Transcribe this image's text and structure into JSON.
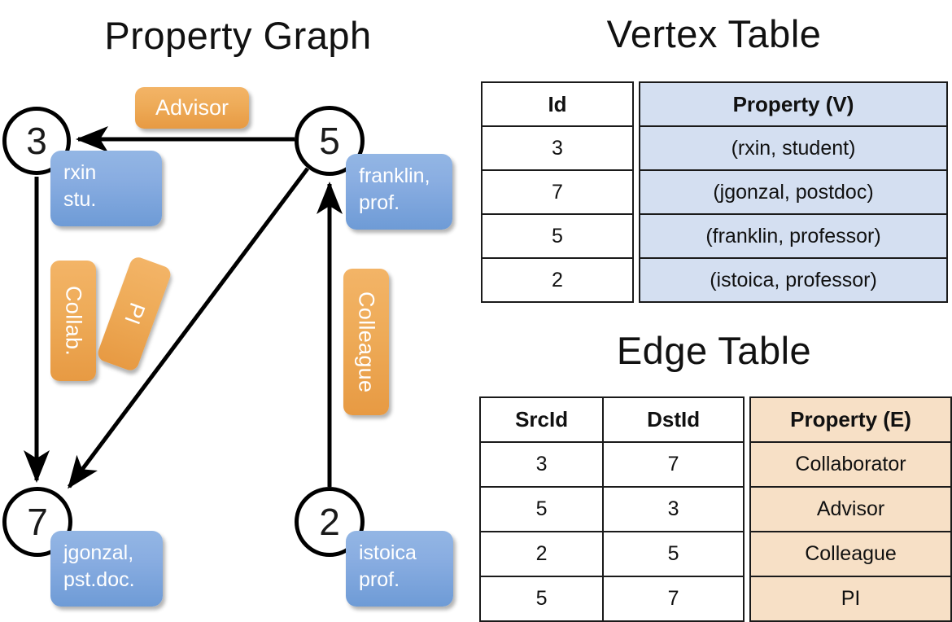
{
  "titles": {
    "property_graph": "Property Graph",
    "vertex_table": "Vertex Table",
    "edge_table": "Edge Table"
  },
  "graph": {
    "vertices": [
      {
        "id": "3",
        "label": "3",
        "property_line1": "rxin",
        "property_line2": "stu."
      },
      {
        "id": "5",
        "label": "5",
        "property_line1": "franklin,",
        "property_line2": "prof."
      },
      {
        "id": "7",
        "label": "7",
        "property_line1": "jgonzal,",
        "property_line2": "pst.doc."
      },
      {
        "id": "2",
        "label": "2",
        "property_line1": "istoica",
        "property_line2": "prof."
      }
    ],
    "edge_labels": [
      {
        "name": "advisor",
        "text": "Advisor"
      },
      {
        "name": "collab",
        "text": "Collab."
      },
      {
        "name": "pi",
        "text": "PI"
      },
      {
        "name": "colleague",
        "text": "Colleague"
      }
    ],
    "colors": {
      "vertex_outline": "#000000",
      "property_box": "#89ade1",
      "edge_label_box": "#eeab58",
      "arrow": "#000000"
    }
  },
  "vertex_table": {
    "headers": [
      "Id",
      "Property (V)"
    ],
    "rows": [
      {
        "id": "3",
        "property": "(rxin, student)"
      },
      {
        "id": "7",
        "property": "(jgonzal, postdoc)"
      },
      {
        "id": "5",
        "property": "(franklin, professor)"
      },
      {
        "id": "2",
        "property": "(istoica, professor)"
      }
    ],
    "property_cell_color": "#d4dff1"
  },
  "edge_table": {
    "headers": [
      "SrcId",
      "DstId",
      "Property (E)"
    ],
    "rows": [
      {
        "src": "3",
        "dst": "7",
        "property": "Collaborator"
      },
      {
        "src": "5",
        "dst": "3",
        "property": "Advisor"
      },
      {
        "src": "2",
        "dst": "5",
        "property": "Colleague"
      },
      {
        "src": "5",
        "dst": "7",
        "property": "PI"
      }
    ],
    "property_cell_color": "#f7e0c6"
  }
}
